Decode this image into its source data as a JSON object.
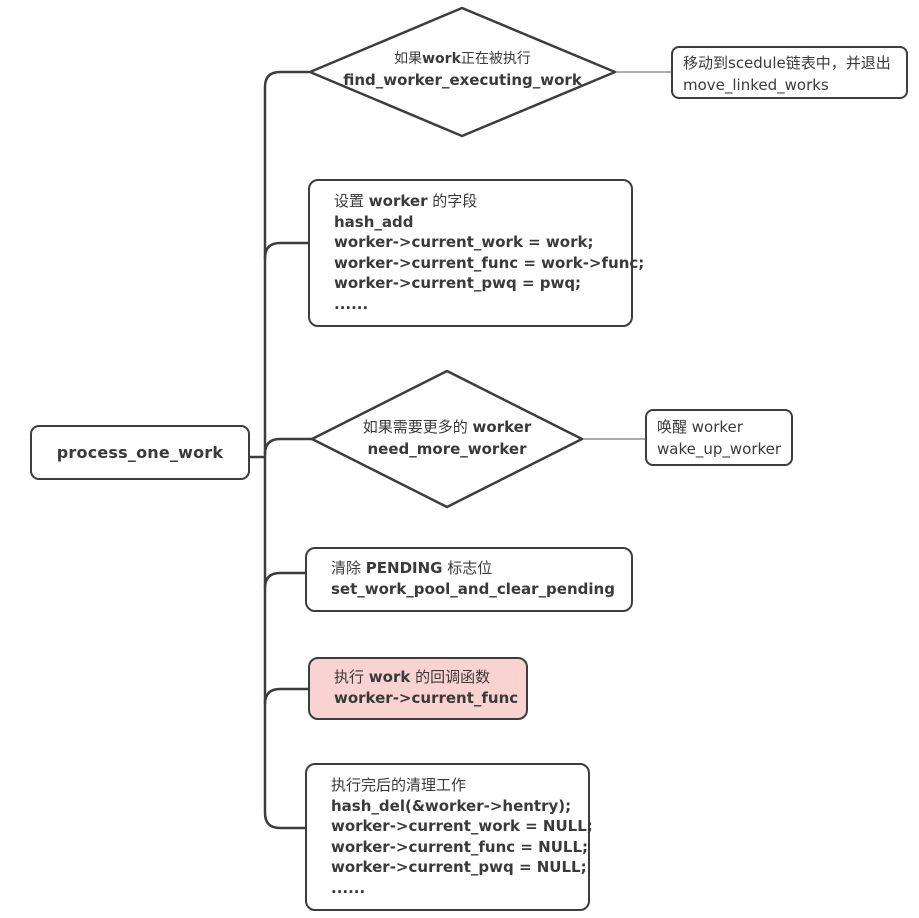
{
  "colors": {
    "line": "#3d3d3d",
    "text": "#3a3a3a",
    "muted-line": "#8f8f8f",
    "pink-fill": "#f9d2d2",
    "node-fill": "#ffffff"
  },
  "root": {
    "label": "process_one_work"
  },
  "decision1": {
    "line1_pre": "如果",
    "line1_bold": "work",
    "line1_post": "正在被执行",
    "line2": "find_worker_executing_work"
  },
  "result1": {
    "line1": "移动到scedule链表中，并退出",
    "line2": "move_linked_works"
  },
  "setup": {
    "title_pre": "设置 ",
    "title_bold": "worker",
    "title_post": " 的字段",
    "code": [
      "hash_add",
      "worker->current_work = work;",
      "worker->current_func = work->func;",
      "worker->current_pwq = pwq;",
      "......"
    ]
  },
  "decision2": {
    "line1_pre": "如果需要更多的 ",
    "line1_bold": "worker",
    "line1_post": "",
    "line2": "need_more_worker"
  },
  "result2": {
    "line1": "唤醒 worker",
    "line2": "wake_up_worker"
  },
  "clear": {
    "title_pre": "清除 ",
    "title_bold": "PENDING",
    "title_post": " 标志位",
    "code": [
      "set_work_pool_and_clear_pending"
    ]
  },
  "callback": {
    "title_pre": "执行 ",
    "title_bold": "work",
    "title_post": " 的回调函数",
    "code": [
      "worker->current_func"
    ]
  },
  "cleanup": {
    "title_pre": "执行完后的清理工作",
    "title_bold": "",
    "title_post": "",
    "code": [
      "hash_del(&worker->hentry);",
      "worker->current_work = NULL;",
      "worker->current_func = NULL;",
      "worker->current_pwq = NULL;",
      "......"
    ]
  }
}
